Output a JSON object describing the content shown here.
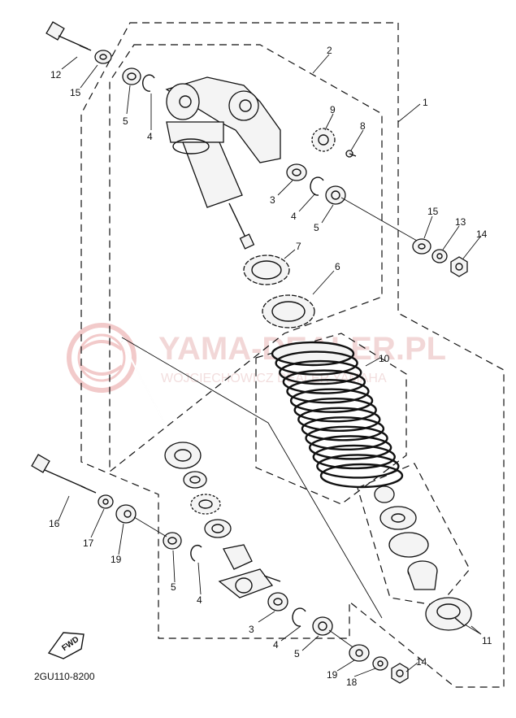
{
  "watermark": {
    "title": "YAMA-DEALER.PL",
    "subtitle": "WOJCIECHOWICZ DEALER YAMAHA",
    "color": "#e8b0b0"
  },
  "diagram_code": "2GU110-8200",
  "fwd_label": "FWD",
  "callouts": {
    "c1": "1",
    "c2": "2",
    "c3a": "3",
    "c3b": "3",
    "c4a": "4",
    "c4b": "4",
    "c4c": "4",
    "c5a": "5",
    "c5b": "5",
    "c5c": "5",
    "c5d": "5",
    "c6": "6",
    "c7": "7",
    "c8": "8",
    "c9": "9",
    "c10": "10",
    "c11": "11",
    "c12": "12",
    "c13": "13",
    "c14a": "14",
    "c14b": "14",
    "c15a": "15",
    "c15b": "15",
    "c16": "16",
    "c17": "17",
    "c18": "18",
    "c19a": "19",
    "c19b": "19"
  }
}
